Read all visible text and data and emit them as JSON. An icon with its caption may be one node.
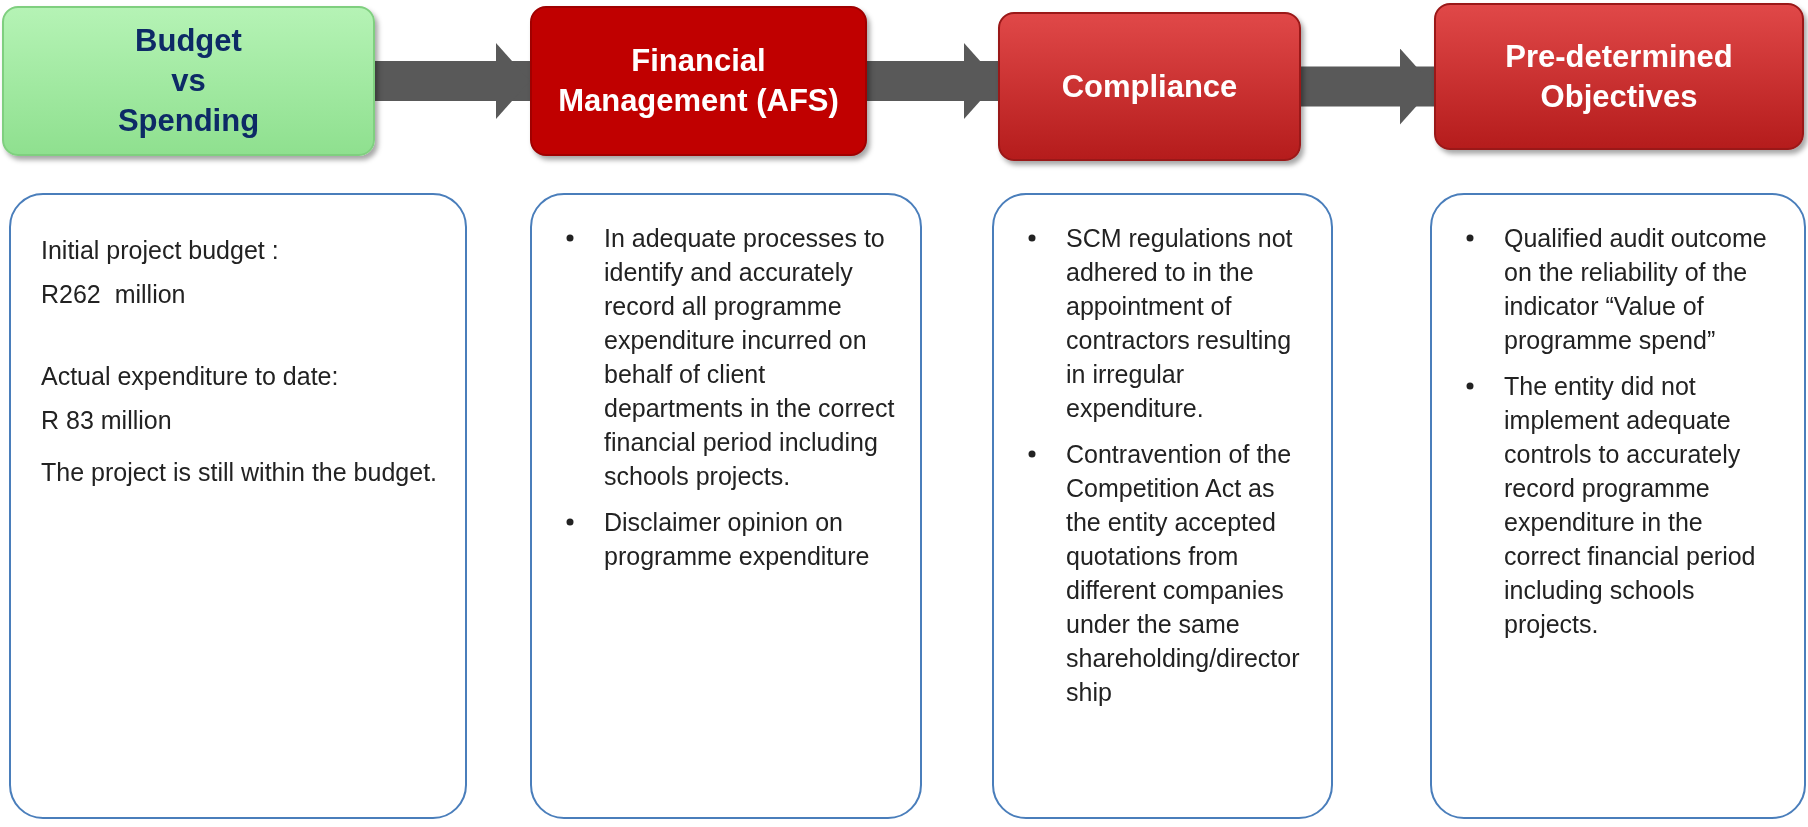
{
  "diagram": {
    "nodes": [
      {
        "text": [
          "Budget vs Spending"
        ]
      },
      {
        "text": [
          "Financial Management (AFS)"
        ]
      },
      {
        "text": [
          "Compliance"
        ]
      },
      {
        "text": [
          "Pre-determined Objectives"
        ]
      },
      {
        "text": [
          "Initial project budget :",
          "R262  million",
          "Actual expenditure to date:",
          "R 83 million",
          "The project is still within the budget."
        ]
      },
      {
        "text": [
          "In adequate processes to identify and accurately record all programme expenditure incurred on behalf of client departments in the correct financial period including schools projects.",
          "Disclaimer opinion on programme expenditure"
        ]
      },
      {
        "text": [
          "SCM regulations not adhered to in the appointment of contractors resulting in irregular expenditure.",
          "Contravention of the Competition Act as the entity accepted quotations from different companies under the same shareholding/directorship"
        ]
      },
      {
        "text": [
          "Qualified audit outcome on the reliability of the indicator “Value of programme spend”",
          "The entity did not implement adequate controls to accurately record programme expenditure in the correct financial period including schools projects."
        ]
      }
    ],
    "edges": [
      {
        "from": 0,
        "to": 1,
        "arrow": "to"
      },
      {
        "from": 1,
        "to": 2,
        "arrow": "to"
      },
      {
        "from": 2,
        "to": 3,
        "arrow": "to"
      }
    ]
  }
}
